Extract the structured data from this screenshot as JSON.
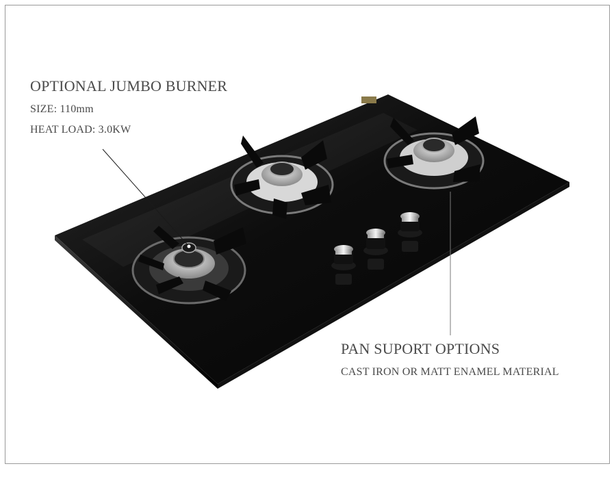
{
  "callouts": {
    "jumbo_burner": {
      "title": "OPTIONAL JUMBO BURNER",
      "size": "SIZE: 110mm",
      "heat_load": "HEAT LOAD: 3.0KW"
    },
    "pan_support": {
      "title": "PAN SUPORT OPTIONS",
      "material": "CAST IRON OR MATT ENAMEL  MATERIAL"
    }
  },
  "product": {
    "burner_count": 3,
    "knob_count": 3,
    "surface_color": "#0a0a0a",
    "frame_color": "#9a9a9a"
  }
}
